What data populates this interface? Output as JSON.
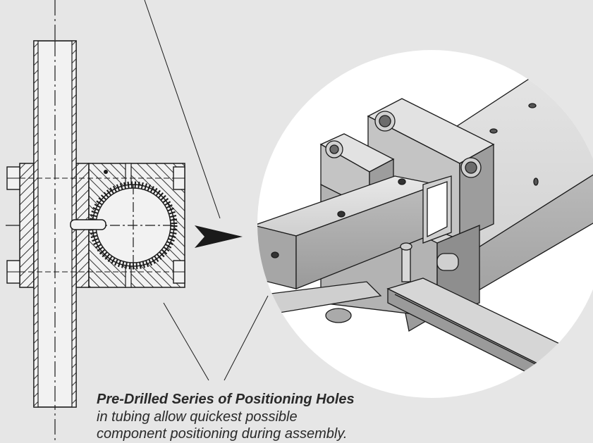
{
  "caption": {
    "headline": "Pre-Drilled Series of Positioning Holes",
    "line1": "in tubing allow quickest possible",
    "line2": "component positioning during assembly."
  },
  "colors": {
    "background": "#e6e6e6",
    "line": "#1a1a1a",
    "hatch": "#333333",
    "metal_light": "#dcdcdc",
    "metal_mid": "#b9b9b9",
    "metal_dark": "#8a8a8a",
    "arrow": "#1a1a1a"
  },
  "icons": [
    "arrow-right-icon"
  ]
}
